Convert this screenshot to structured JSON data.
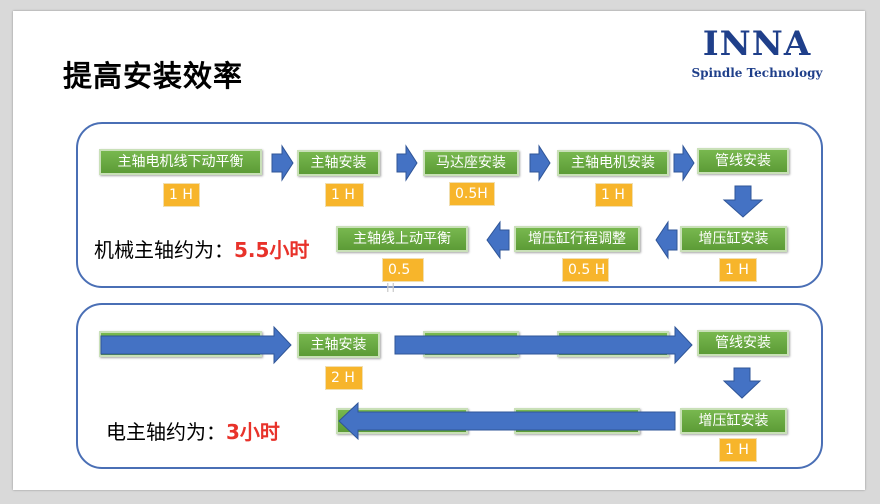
{
  "title": "提高安装效率",
  "logo": {
    "main": "INNA",
    "sub": "Spindle Technology"
  },
  "mechanical": {
    "steps": [
      {
        "label": "主轴电机线下动平衡",
        "time": "1 H"
      },
      {
        "label": "主轴安装",
        "time": "1 H"
      },
      {
        "label": "马达座安装",
        "time": "0.5H"
      },
      {
        "label": "主轴电机安装",
        "time": "1 H"
      },
      {
        "label": "管线安装"
      },
      {
        "label": "增压缸安装",
        "time": "1 H"
      },
      {
        "label": "增压缸行程调整",
        "time": "0.5 H"
      },
      {
        "label": "主轴线上动平衡",
        "time": "0.5",
        "time_overflow": "H"
      }
    ],
    "summary": {
      "prefix": "机械主轴约为：",
      "value": "5.5小时"
    }
  },
  "electric": {
    "steps": [
      {
        "label": "主轴安装",
        "time": "2 H"
      },
      {
        "label": "管线安装"
      },
      {
        "label": "增压缸安装",
        "time": "1 H"
      }
    ],
    "summary": {
      "prefix": "电主轴约为：",
      "value": "3小时"
    }
  },
  "colors": {
    "step_green": "#6aa943",
    "time_orange": "#f7b52b",
    "arrow_blue": "#4472c4",
    "panel_border": "#4a6fb5",
    "highlight_red": "#e8322a"
  }
}
